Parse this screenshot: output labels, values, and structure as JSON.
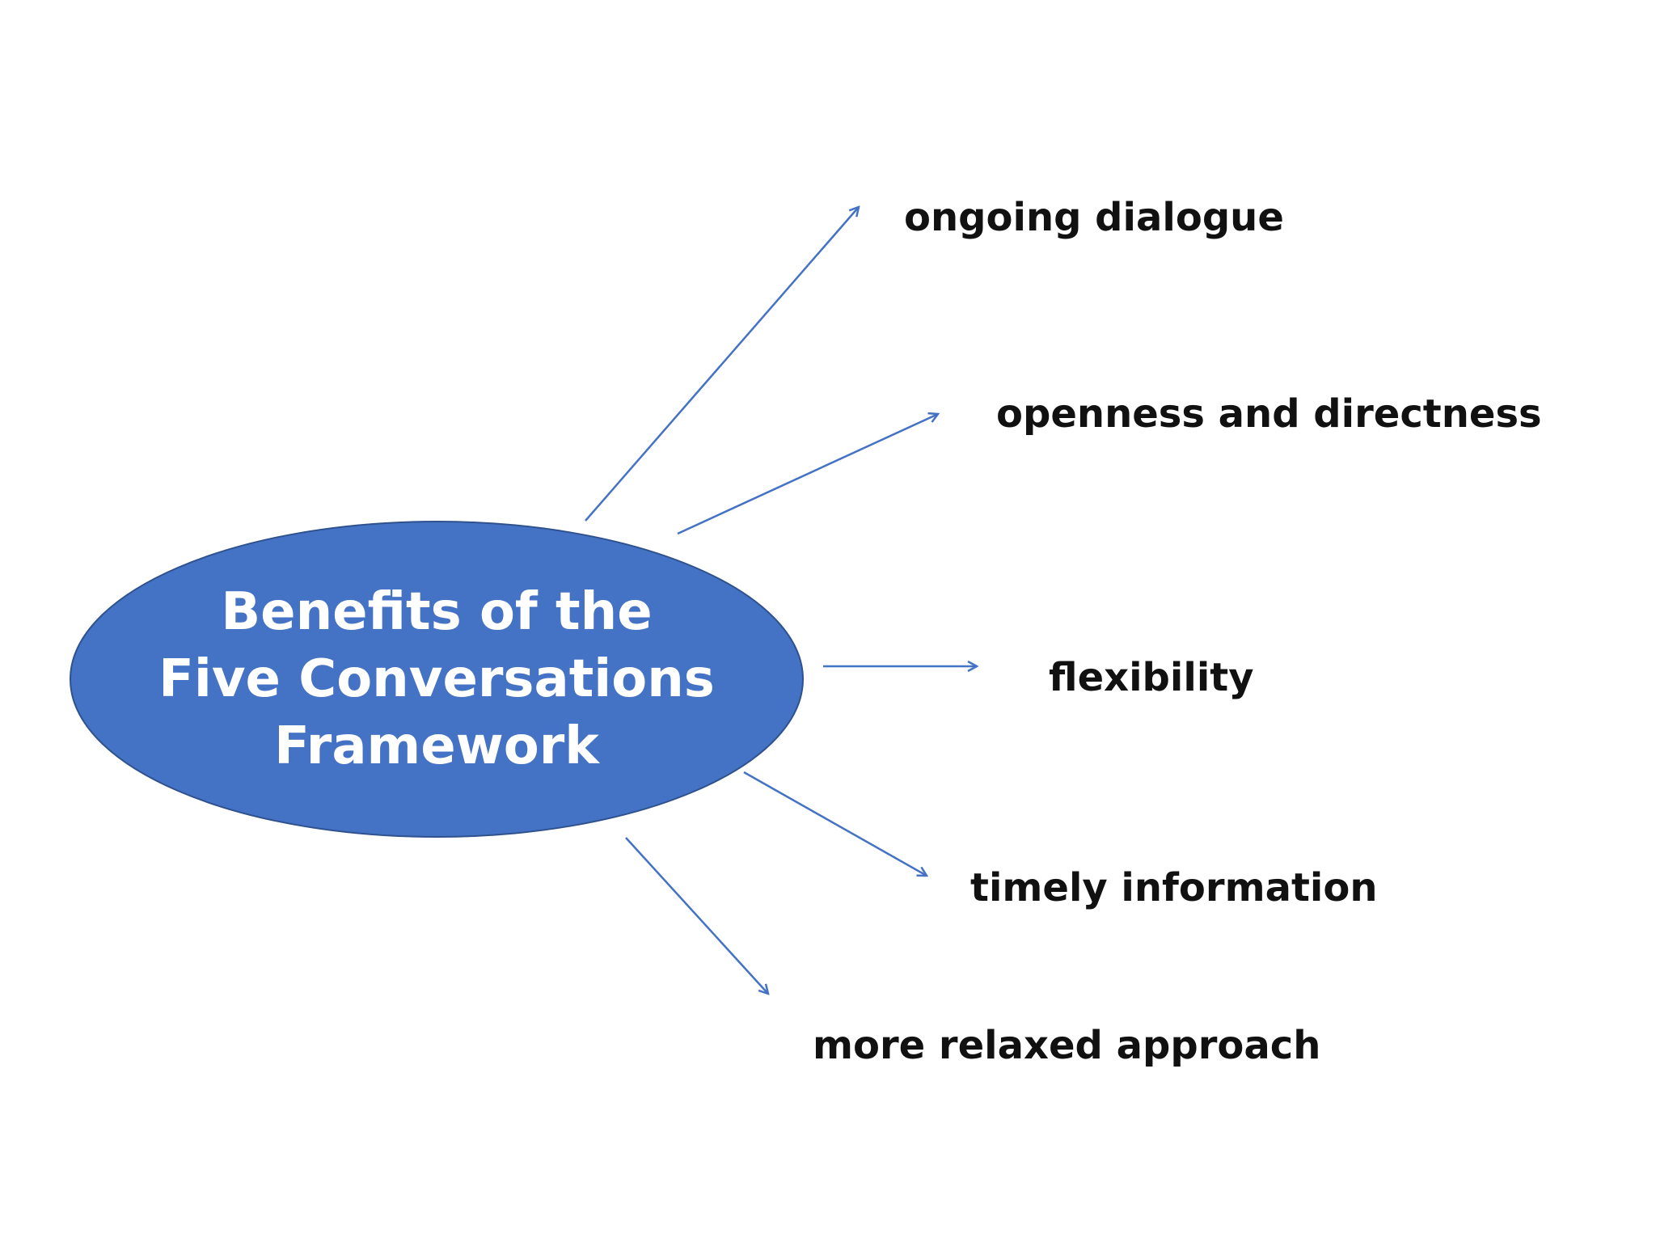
{
  "center": {
    "title": "Benefits of the Five Conversations Framework",
    "fill": "#4472C4",
    "stroke": "#2F528F"
  },
  "benefits": [
    {
      "label": "ongoing dialogue"
    },
    {
      "label": "openness and directness"
    },
    {
      "label": "flexibility"
    },
    {
      "label": "timely information"
    },
    {
      "label": "more relaxed approach"
    }
  ],
  "arrow_color": "#4472C4",
  "text_color": "#111111"
}
